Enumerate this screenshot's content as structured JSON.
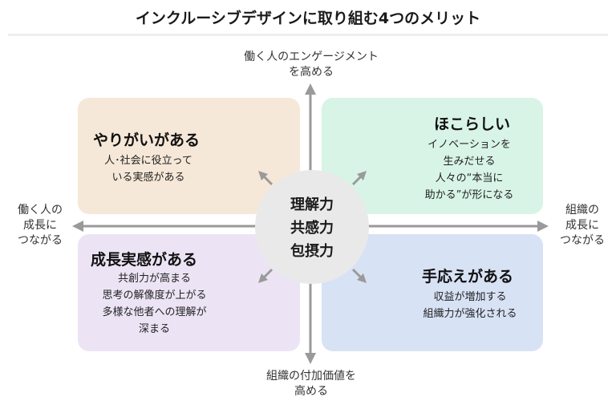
{
  "title": "インクルーシブデザインに取り組む4つのメリット",
  "axes": {
    "top": [
      "働く人のエンゲージメント",
      "を高める"
    ],
    "bottom": [
      "組織の付加価値を",
      "高める"
    ],
    "left": [
      "働く人の",
      "成長に",
      "つながる"
    ],
    "right": [
      "組織の",
      "成長に",
      "つながる"
    ]
  },
  "center": [
    "理解力",
    "共感力",
    "包摂力"
  ],
  "quadrants": {
    "top_left": {
      "heading": "やりがいがある",
      "items": [
        "人･社会に役立って",
        "いる実感がある"
      ]
    },
    "top_right": {
      "heading": "ほこらしい",
      "items": [
        "イノベーションを",
        "生みだせる",
        "人々の“本当に",
        "助かる”が形になる"
      ]
    },
    "bottom_left": {
      "heading": "成長実感がある",
      "items": [
        "共創力が高まる",
        "思考の解像度が上がる",
        "多様な他者への理解が",
        "深まる"
      ]
    },
    "bottom_right": {
      "heading": "手応えがある",
      "items": [
        "収益が増加する",
        "組織力が強化される"
      ]
    }
  },
  "colors": {
    "top_left": "#f6e8d8",
    "top_right": "#d8f4e6",
    "bottom_left": "#ece4f5",
    "bottom_right": "#d8e2f5",
    "center": "#e9e9e9",
    "arrow": "#9a9a9a"
  }
}
